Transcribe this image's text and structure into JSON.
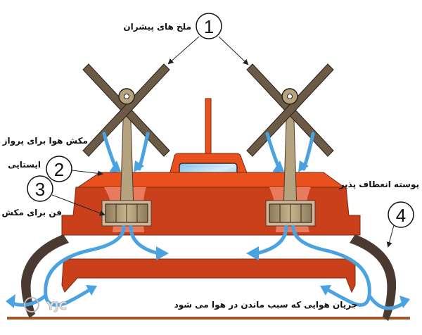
{
  "diagram": {
    "callouts": [
      {
        "number": "1",
        "label": "ملخ های پیشران"
      },
      {
        "number": "2",
        "label_line1": "مکش هوا برای پرواز",
        "label_line2": "ایستایی"
      },
      {
        "number": "3",
        "label": "فن برای مکش"
      },
      {
        "number": "4",
        "label": "پوسته انعطاف پذیر"
      }
    ],
    "airflow_label": "جریان هوایی که سبب ماندن در هوا می شود",
    "watermark": "YJC",
    "colors": {
      "hull_upper": "#e8501e",
      "hull_main": "#c9401b",
      "hull_inner": "#ea7a5e",
      "propeller": "#6b5a45",
      "mast": "#b5a27e",
      "skirt": "#4a3a32",
      "airflow": "#4aa3e0",
      "ground": "#a0582a",
      "window": "#a9d4ef"
    }
  }
}
